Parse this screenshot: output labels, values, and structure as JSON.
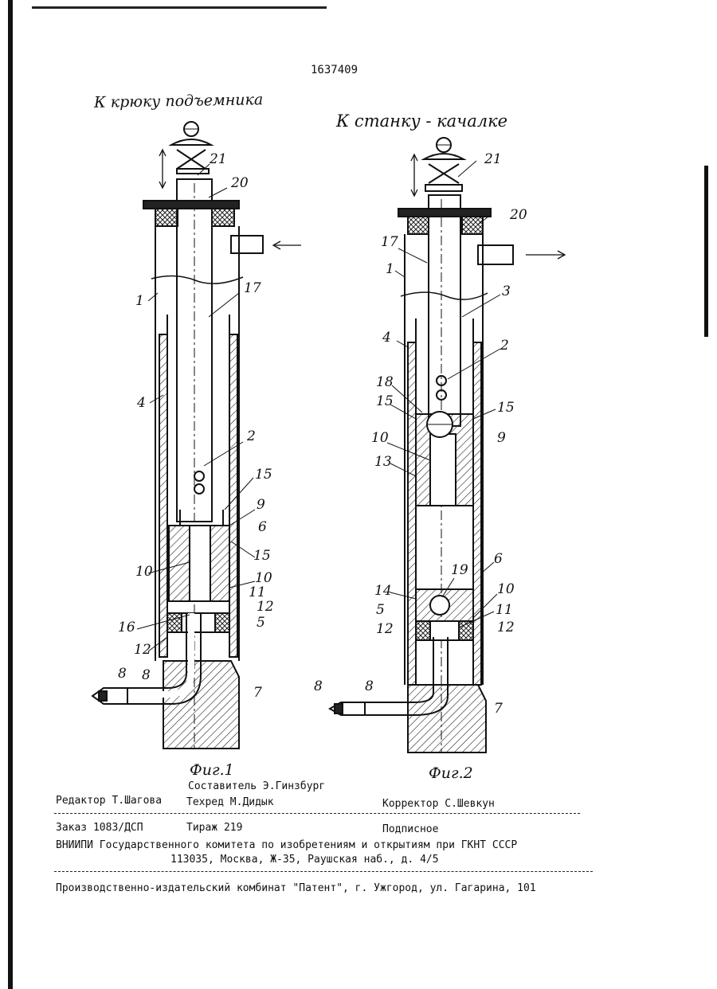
{
  "header": {
    "patent_number": "1637409"
  },
  "figure1": {
    "caption_top": "К крюку подъемника",
    "fig_label": "Фиг.1",
    "callouts": [
      "21",
      "20",
      "17",
      "1",
      "4",
      "2",
      "15",
      "9",
      "6",
      "15",
      "10",
      "10",
      "11",
      "12",
      "16",
      "5",
      "12",
      "8",
      "8",
      "7"
    ]
  },
  "figure2": {
    "caption_top": "К станку - качалке",
    "fig_label": "Фиг.2",
    "callouts": [
      "21",
      "20",
      "17",
      "1",
      "3",
      "4",
      "2",
      "18",
      "15",
      "15",
      "10",
      "9",
      "13",
      "6",
      "19",
      "14",
      "10",
      "5",
      "11",
      "12",
      "12",
      "8",
      "8",
      "7"
    ]
  },
  "footer": {
    "composer": "Составитель Э.Гинзбург",
    "editor": "Редактор Т.Шагова",
    "techred": "Техред  М.Дидык",
    "corrector": "Корректор С.Шевкун",
    "order": "Заказ 1083/ДСП",
    "circulation": "Тираж 219",
    "subscription": "Подписное",
    "institute": "ВНИИПИ Государственного комитета по изобретениям и открытиям при ГКНТ СССР",
    "address": "113035, Москва, Ж-35, Раушская наб., д. 4/5",
    "printer": "Производственно-издательский комбинат \"Патент\", г. Ужгород, ул. Гагарина, 101"
  }
}
